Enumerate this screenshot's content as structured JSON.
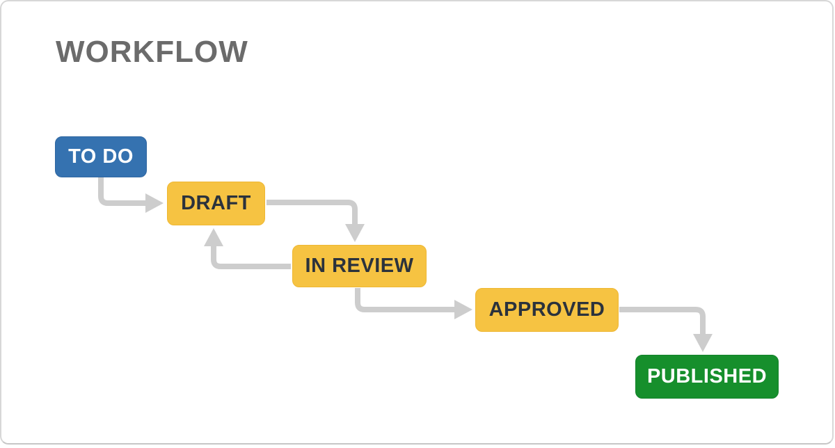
{
  "title": "WORKFLOW",
  "diagram": {
    "nodes": [
      {
        "id": "todo",
        "label": "TO DO",
        "color": "#3572b0",
        "text_color": "#ffffff"
      },
      {
        "id": "draft",
        "label": "DRAFT",
        "color": "#f6c342",
        "text_color": "#2b323c"
      },
      {
        "id": "in_review",
        "label": "IN REVIEW",
        "color": "#f6c342",
        "text_color": "#2b323c"
      },
      {
        "id": "approved",
        "label": "APPROVED",
        "color": "#f6c342",
        "text_color": "#2b323c"
      },
      {
        "id": "published",
        "label": "PUBLISHED",
        "color": "#168f2c",
        "text_color": "#ffffff"
      }
    ],
    "edges": [
      {
        "from": "TO DO",
        "to": "DRAFT"
      },
      {
        "from": "DRAFT",
        "to": "IN REVIEW"
      },
      {
        "from": "IN REVIEW",
        "to": "DRAFT"
      },
      {
        "from": "IN REVIEW",
        "to": "APPROVED"
      },
      {
        "from": "APPROVED",
        "to": "PUBLISHED"
      }
    ],
    "arrow_color": "#cdcdcd",
    "title_color": "#6b6b6b",
    "card_border_color": "#d7d7d7"
  }
}
